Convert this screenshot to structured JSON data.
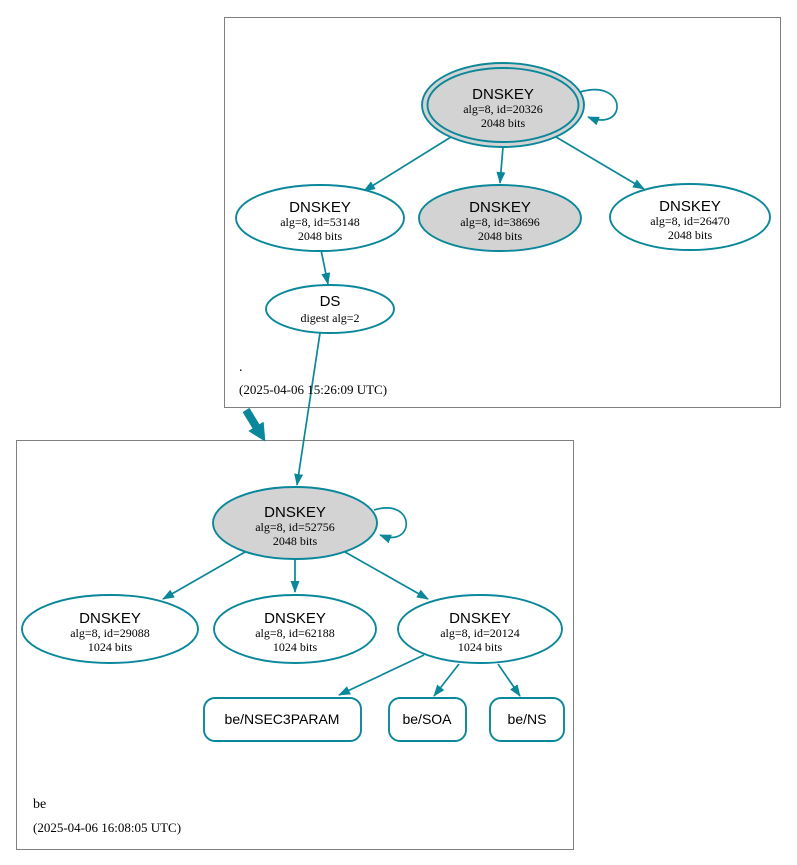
{
  "diagram": {
    "kind": "dnssec-authentication-chain",
    "colors": {
      "edge": "#0a879a",
      "node_border": "#0a879a",
      "ksk_fill": "#d3d3d3",
      "node_fill": "#ffffff",
      "cluster_border": "#808080",
      "text": "#000000",
      "background": "#ffffff"
    },
    "zones": [
      {
        "name": ".",
        "timestamp": "(2025-04-06 15:26:09 UTC)",
        "nodes": [
          {
            "title": "DNSKEY",
            "detail1": "alg=8, id=20326",
            "detail2": "2048 bits",
            "role": "trust-anchor-ksk"
          },
          {
            "title": "DNSKEY",
            "detail1": "alg=8, id=53148",
            "detail2": "2048 bits",
            "role": "zsk"
          },
          {
            "title": "DNSKEY",
            "detail1": "alg=8, id=38696",
            "detail2": "2048 bits",
            "role": "ksk"
          },
          {
            "title": "DNSKEY",
            "detail1": "alg=8, id=26470",
            "detail2": "2048 bits",
            "role": "zsk"
          },
          {
            "title": "DS",
            "detail1": "digest alg=2",
            "role": "ds"
          }
        ]
      },
      {
        "name": "be",
        "timestamp": "(2025-04-06 16:08:05 UTC)",
        "nodes": [
          {
            "title": "DNSKEY",
            "detail1": "alg=8, id=52756",
            "detail2": "2048 bits",
            "role": "ksk"
          },
          {
            "title": "DNSKEY",
            "detail1": "alg=8, id=29088",
            "detail2": "1024 bits",
            "role": "zsk"
          },
          {
            "title": "DNSKEY",
            "detail1": "alg=8, id=62188",
            "detail2": "1024 bits",
            "role": "zsk"
          },
          {
            "title": "DNSKEY",
            "detail1": "alg=8, id=20124",
            "detail2": "1024 bits",
            "role": "zsk"
          }
        ],
        "rrsets": [
          {
            "label": "be/NSEC3PARAM"
          },
          {
            "label": "be/SOA"
          },
          {
            "label": "be/NS"
          }
        ]
      }
    ]
  }
}
